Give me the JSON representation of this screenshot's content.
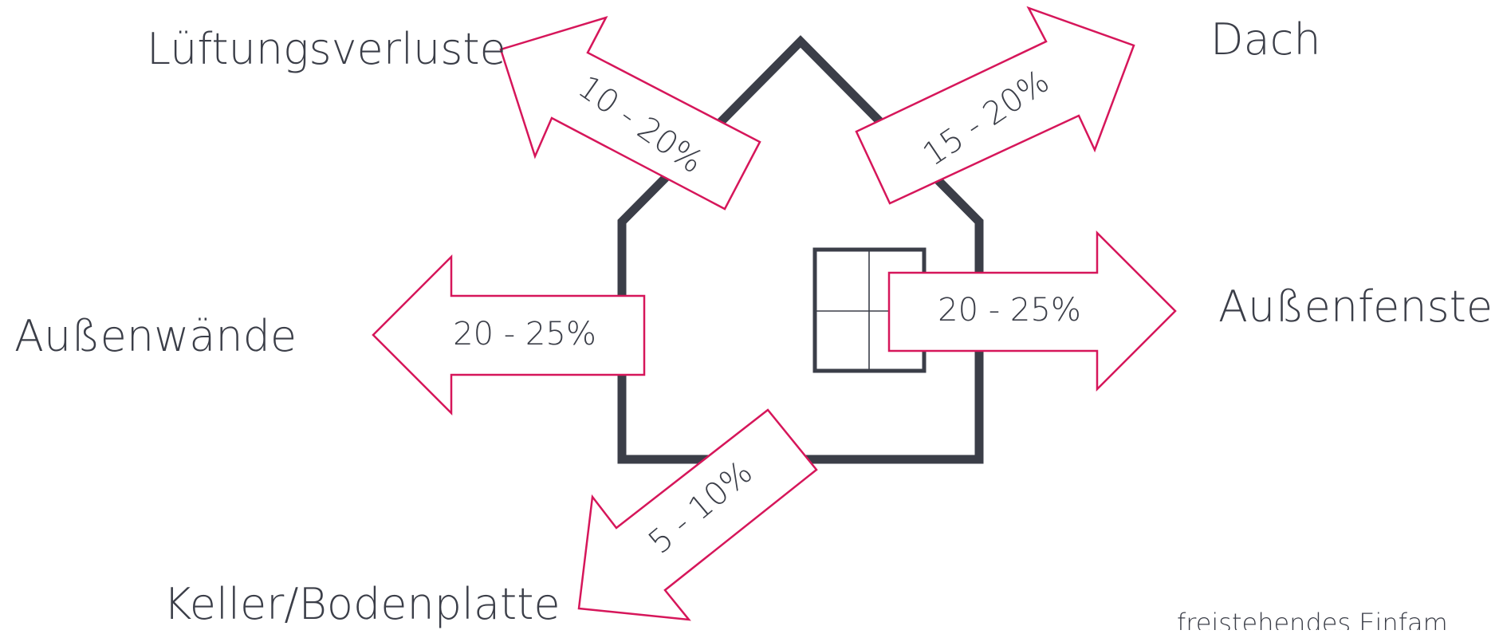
{
  "labels": {
    "ventilation": "Lüftungsverluste",
    "roof": "Dach",
    "walls": "Außenwände",
    "windows": "Außenfenster",
    "basement": "Keller/Bodenplatte"
  },
  "percentages": {
    "ventilation": "10 - 20%",
    "roof": "15 - 20%",
    "walls": "20 - 25%",
    "windows": "20 - 25%",
    "basement": "5 - 10%"
  },
  "footnote": "freistehendes Einfam",
  "colors": {
    "arrow_stroke": "#d6165a",
    "house_stroke": "#3b3e48",
    "text": "#3b3e48"
  }
}
